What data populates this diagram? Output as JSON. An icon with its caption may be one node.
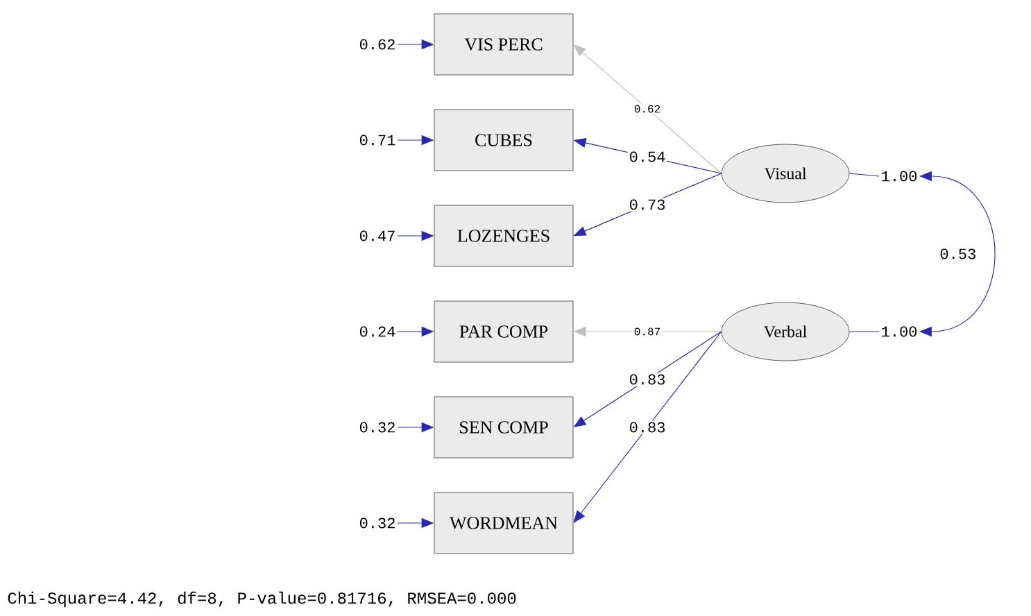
{
  "diagram": {
    "caption": "Chi-Square=4.42, df=8, P-value=0.81716, RMSEA=0.000",
    "nodes": [
      {
        "text": [
          "VIS PERC"
        ]
      },
      {
        "text": [
          "CUBES"
        ]
      },
      {
        "text": [
          "LOZENGES"
        ]
      },
      {
        "text": [
          "PAR COMP"
        ]
      },
      {
        "text": [
          "SEN COMP"
        ]
      },
      {
        "text": [
          "WORDMEAN"
        ]
      },
      {
        "text": [
          "Visual"
        ]
      },
      {
        "text": [
          "Verbal"
        ]
      },
      {
        "text": [
          "0.62"
        ]
      },
      {
        "text": [
          "0.71"
        ]
      },
      {
        "text": [
          "0.47"
        ]
      },
      {
        "text": [
          "0.24"
        ]
      },
      {
        "text": [
          "0.32"
        ]
      },
      {
        "text": [
          "0.32"
        ]
      },
      {
        "text": [
          "1.00"
        ]
      },
      {
        "text": [
          "1.00"
        ]
      }
    ],
    "edges": [
      {
        "from": 8,
        "to": 0,
        "arrow": "to"
      },
      {
        "from": 9,
        "to": 1,
        "arrow": "to"
      },
      {
        "from": 10,
        "to": 2,
        "arrow": "to"
      },
      {
        "from": 11,
        "to": 3,
        "arrow": "to"
      },
      {
        "from": 12,
        "to": 4,
        "arrow": "to"
      },
      {
        "from": 13,
        "to": 5,
        "arrow": "to"
      },
      {
        "from": 6,
        "to": 0,
        "arrow": "to",
        "label": "0.62",
        "color": "#c0c0c0"
      },
      {
        "from": 6,
        "to": 1,
        "arrow": "to",
        "label": "0.54"
      },
      {
        "from": 6,
        "to": 2,
        "arrow": "to",
        "label": "0.73"
      },
      {
        "from": 7,
        "to": 3,
        "arrow": "to",
        "label": "0.87",
        "color": "#c0c0c0"
      },
      {
        "from": 7,
        "to": 4,
        "arrow": "to",
        "label": "0.83"
      },
      {
        "from": 7,
        "to": 5,
        "arrow": "to",
        "label": "0.83"
      },
      {
        "from": 6,
        "to": 14,
        "arrow": "none"
      },
      {
        "from": 7,
        "to": 15,
        "arrow": "none"
      },
      {
        "from": 14,
        "to": 15,
        "arrow": "both",
        "label": "0.53"
      }
    ]
  }
}
